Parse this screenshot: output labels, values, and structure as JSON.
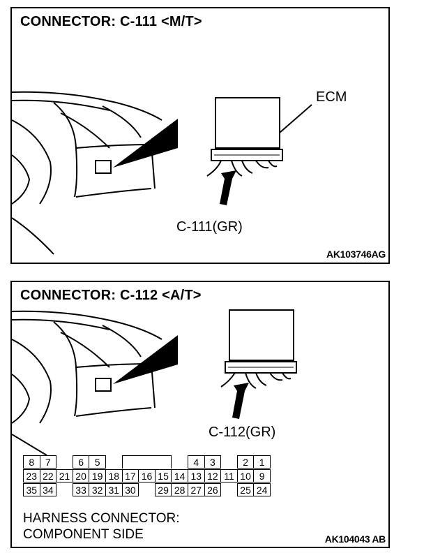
{
  "panel1": {
    "title": "CONNECTOR: C-111 <M/T>",
    "ecm_label": "ECM",
    "connector_label": "C-111(GR)",
    "figure_code": "AK103746AG"
  },
  "panel2": {
    "title": "CONNECTOR: C-112 <A/T>",
    "connector_label": "C-112(GR)",
    "figure_code": "AK104043 AB",
    "note_line1": "HARNESS CONNECTOR:",
    "note_line2": "COMPONENT SIDE",
    "pins_row1": [
      "8",
      "7",
      "",
      "6",
      "5",
      "",
      "",
      "",
      "",
      "4",
      "3",
      "",
      "2",
      "1"
    ],
    "pins_row2": [
      "23",
      "22",
      "21",
      "20",
      "19",
      "18",
      "17",
      "16",
      "15",
      "14",
      "13",
      "12",
      "11",
      "10",
      "9"
    ],
    "pins_row3": [
      "35",
      "34",
      "",
      "33",
      "32",
      "31",
      "30",
      "",
      "29",
      "28",
      "27",
      "26",
      "",
      "25",
      "24"
    ]
  }
}
